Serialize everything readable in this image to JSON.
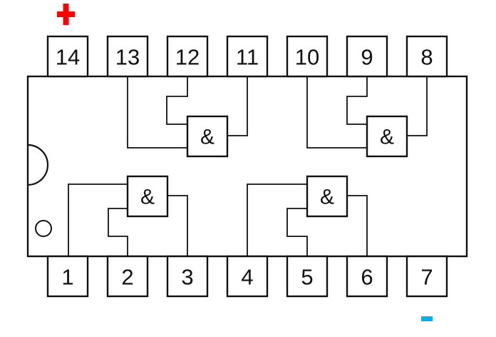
{
  "diagram": {
    "kind": "ic-pinout",
    "pins": {
      "top": [
        "14",
        "13",
        "12",
        "11",
        "10",
        "9",
        "8"
      ],
      "bottom": [
        "1",
        "2",
        "3",
        "4",
        "5",
        "6",
        "7"
      ]
    },
    "gates": [
      {
        "label": "&",
        "input_pins": [
          "13",
          "12"
        ],
        "output_pin": "11"
      },
      {
        "label": "&",
        "input_pins": [
          "10",
          "9"
        ],
        "output_pin": "8"
      },
      {
        "label": "&",
        "input_pins": [
          "1",
          "2"
        ],
        "output_pin": "3"
      },
      {
        "label": "&",
        "input_pins": [
          "4",
          "5"
        ],
        "output_pin": "6"
      }
    ],
    "power": {
      "plus": {
        "label": "+",
        "color": "#fe0000",
        "near_pin": "14"
      },
      "minus": {
        "label": "-",
        "color": "#00b0f0",
        "near_pin": "7"
      }
    },
    "colors": {
      "line": "#111111",
      "background": "#ffffff"
    }
  }
}
